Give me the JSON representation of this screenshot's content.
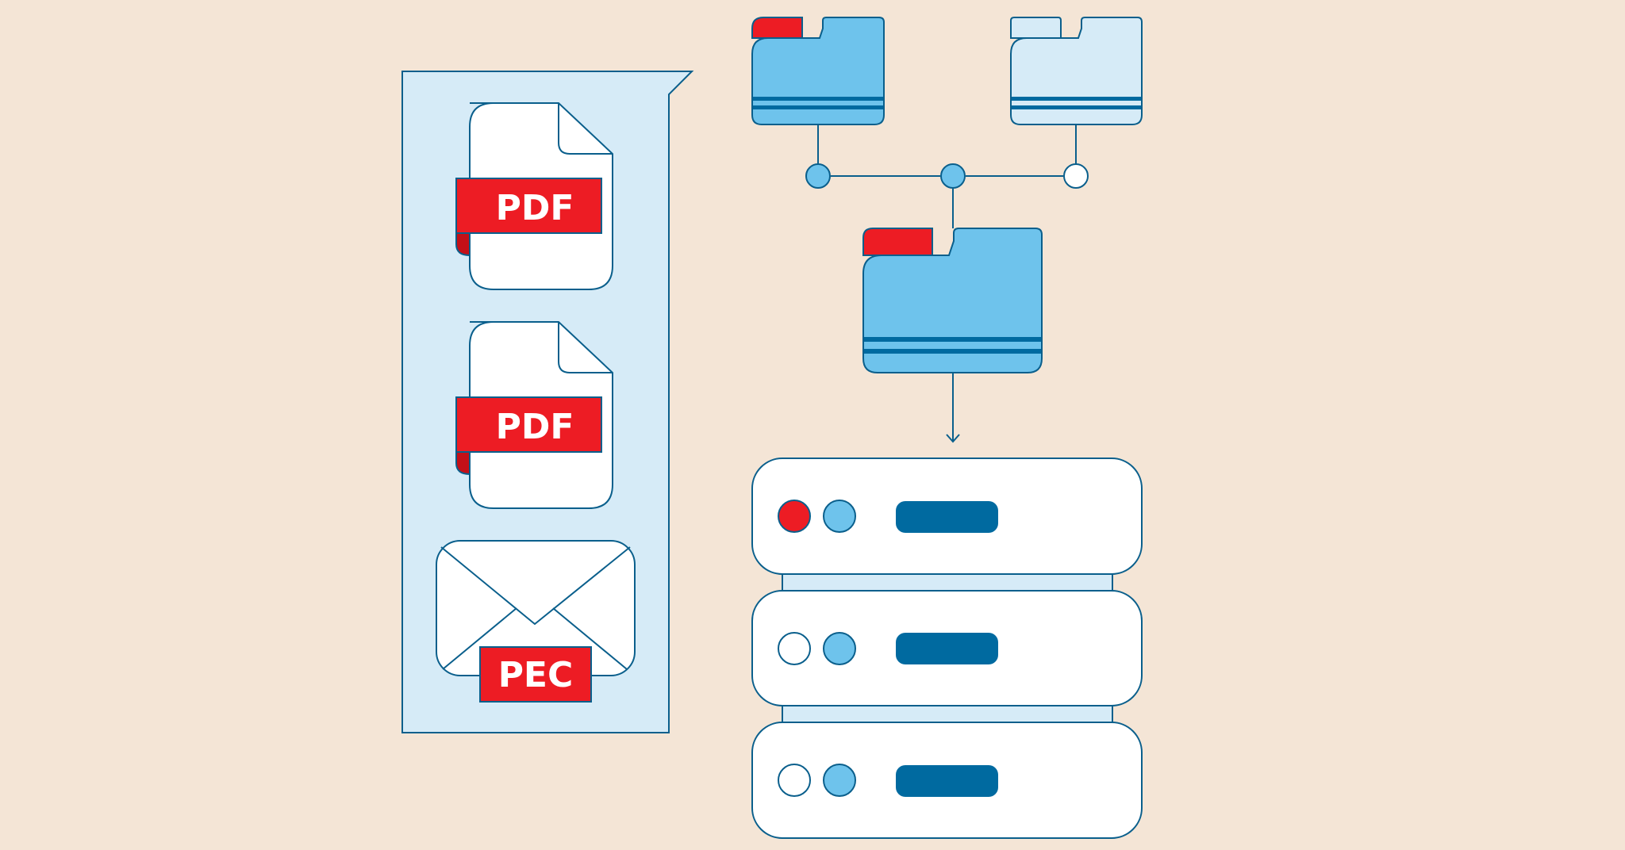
{
  "colors": {
    "background": "#f4e5d6",
    "stroke": "#0a5f8c",
    "light_blue": "#d6ebf7",
    "mid_blue": "#6ec3ec",
    "dark_blue": "#006aa0",
    "red": "#ed1c24",
    "white": "#ffffff"
  },
  "document_panel": {
    "items": [
      {
        "icon": "pdf-document-icon",
        "label": "PDF"
      },
      {
        "icon": "pdf-document-icon",
        "label": "PDF"
      },
      {
        "icon": "pec-envelope-icon",
        "label": "PEC"
      }
    ]
  },
  "folders": [
    {
      "icon": "folder-icon",
      "state": "active-red-tab"
    },
    {
      "icon": "folder-icon",
      "state": "inactive-light"
    },
    {
      "icon": "folder-icon",
      "state": "merged-red-tab"
    }
  ],
  "server": {
    "icon": "server-rack-icon",
    "units": [
      {
        "led_1": "red",
        "led_2": "blue"
      },
      {
        "led_1": "off",
        "led_2": "blue"
      },
      {
        "led_1": "off",
        "led_2": "blue"
      }
    ]
  }
}
